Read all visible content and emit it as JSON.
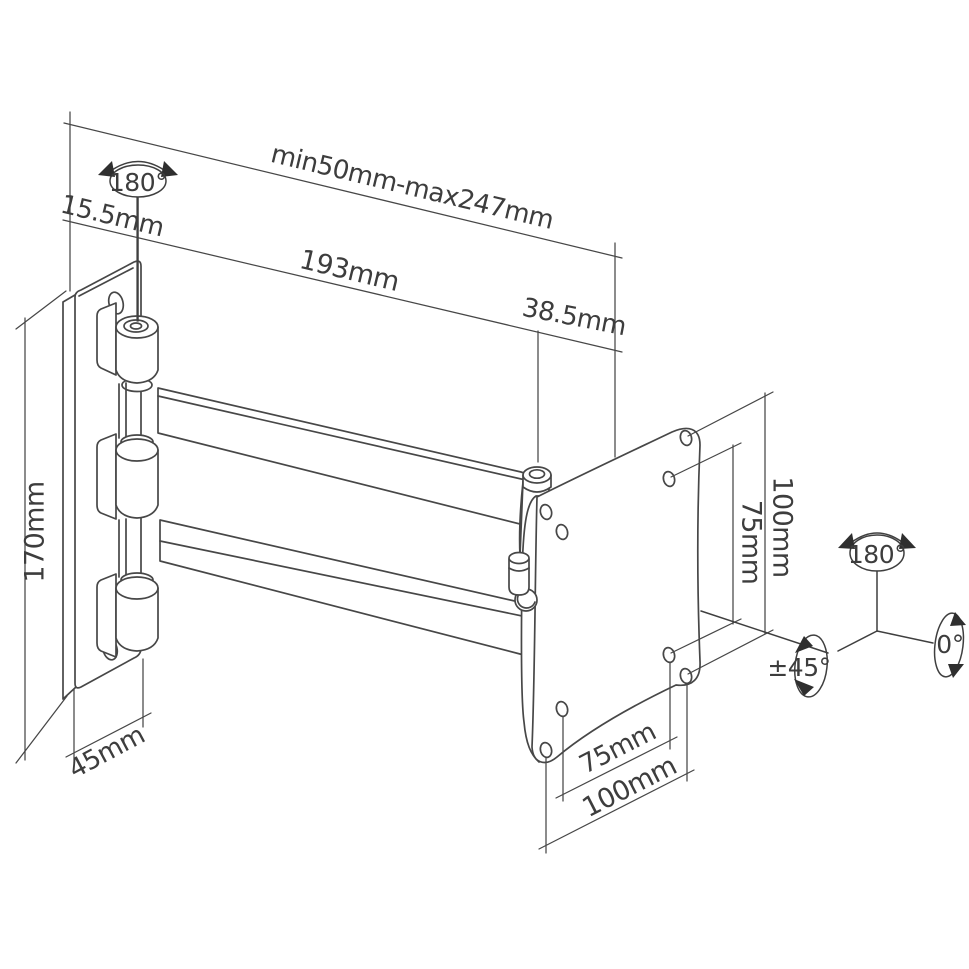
{
  "figure": {
    "kind": "technical line drawing",
    "subject": "articulating monitor wall-mount arm with dimension annotations",
    "background_color": "#ffffff",
    "line_color": "#474747"
  },
  "labels": {
    "wall_swivel": "180°",
    "wall_offset": "15.5mm",
    "extension_range": "min50mm-max247mm",
    "arm_length": "193mm",
    "head_offset": "38.5mm",
    "plate_height": "170mm",
    "plate_width": "45mm",
    "vesa_height_100": "100mm",
    "vesa_height_75": "75mm",
    "vesa_width_75": "75mm",
    "vesa_width_100": "100mm",
    "head_swivel": "180°",
    "tilt_range": "±45°",
    "rotation_zero": "0°"
  }
}
